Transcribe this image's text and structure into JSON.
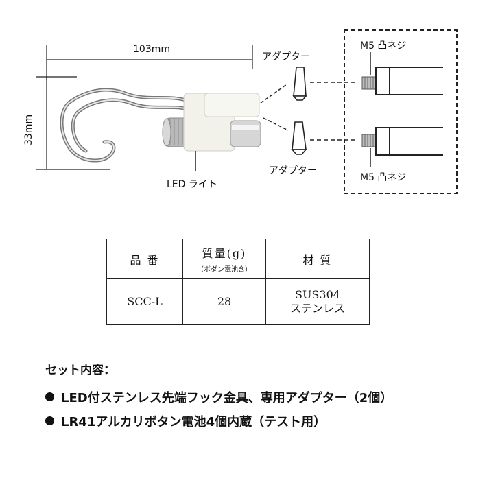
{
  "diagram": {
    "dimension_width": "103mm",
    "dimension_height": "33mm",
    "adapter_top": "アダプター",
    "adapter_bottom": "アダプター",
    "screw_top": "M5 凸ネジ",
    "screw_bottom": "M5 凸ネジ",
    "led_label": "LED ライト"
  },
  "spec_table": {
    "headers": {
      "product": "品 番",
      "weight": "質量(g)",
      "weight_note": "（ボダン電池含）",
      "material": "材 質"
    },
    "row": {
      "product": "SCC-L",
      "weight": "28",
      "material_line1": "SUS304",
      "material_line2": "ステンレス"
    }
  },
  "set_contents": {
    "title": "セット内容：",
    "items": [
      "LED付ステンレス先端フック金具、専用アダプター（2個）",
      "LR41アルカリボタン電池4個内蔵（テスト用）"
    ]
  }
}
